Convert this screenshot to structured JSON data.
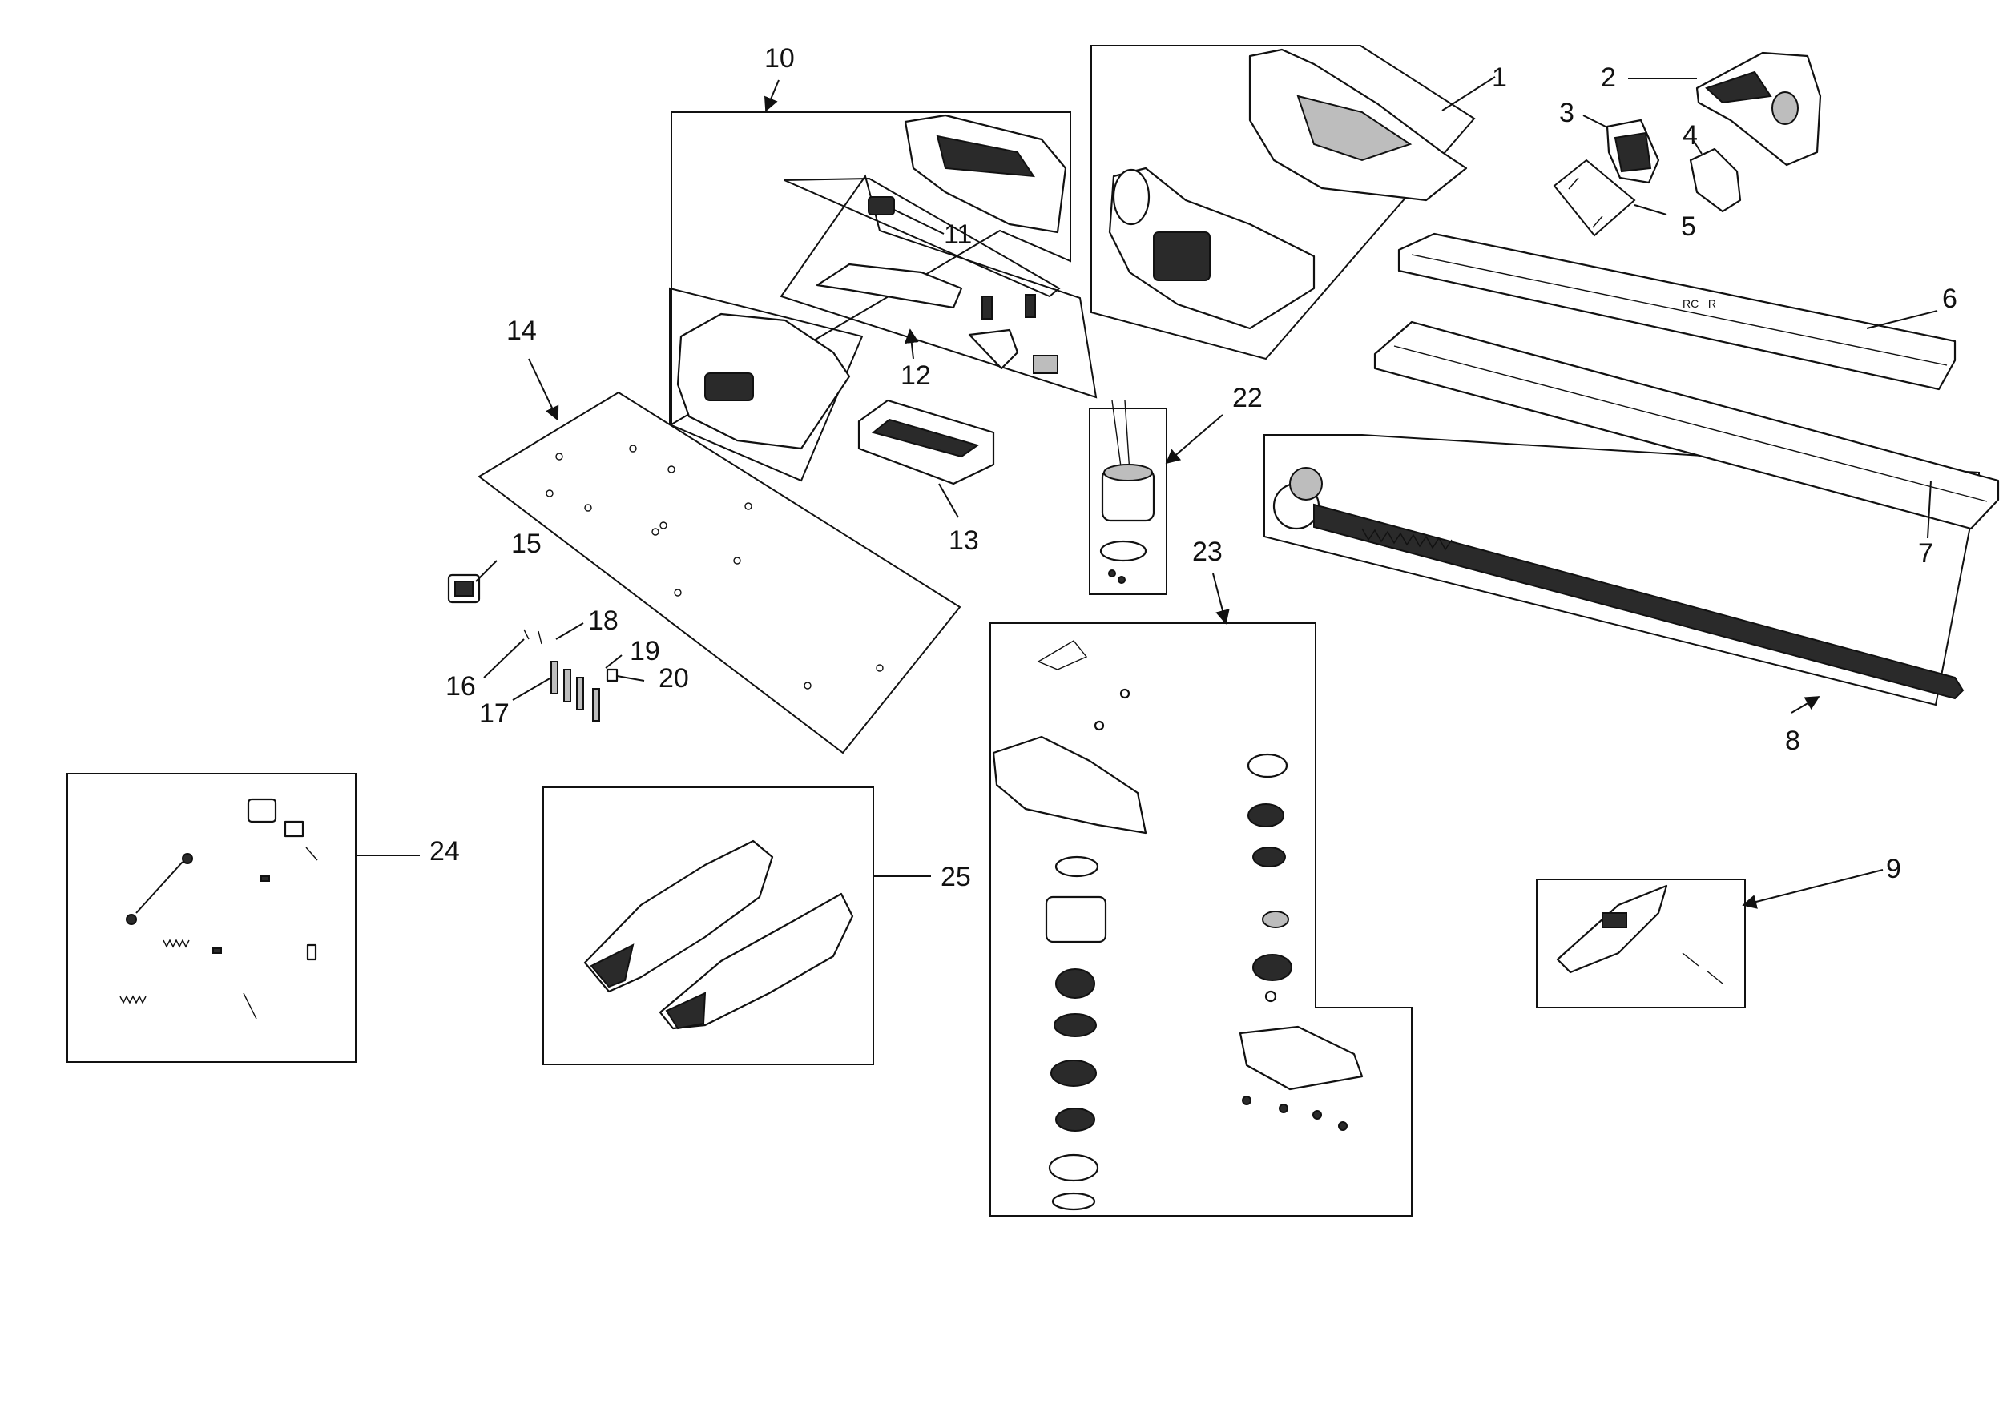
{
  "diagram": {
    "callouts": [
      "1",
      "2",
      "3",
      "4",
      "5",
      "6",
      "7",
      "8",
      "9",
      "10",
      "11",
      "12",
      "13",
      "14",
      "15",
      "16",
      "17",
      "18",
      "19",
      "20",
      "22",
      "23",
      "24",
      "25"
    ]
  }
}
